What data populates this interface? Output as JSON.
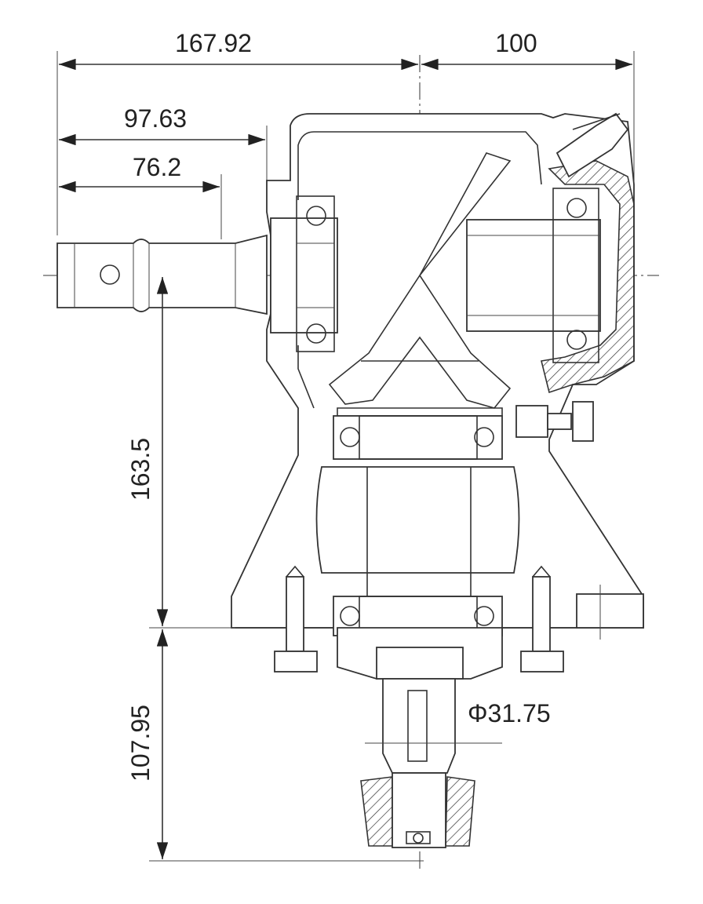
{
  "dimensions": {
    "overall_left": "167.92",
    "overall_right": "100",
    "mid_left": "97.63",
    "inner_left": "76.2",
    "height_upper": "163.5",
    "height_lower": "107.95",
    "output_diameter": "Φ31.75"
  },
  "colors": {
    "line": "#333333",
    "background": "#ffffff"
  }
}
